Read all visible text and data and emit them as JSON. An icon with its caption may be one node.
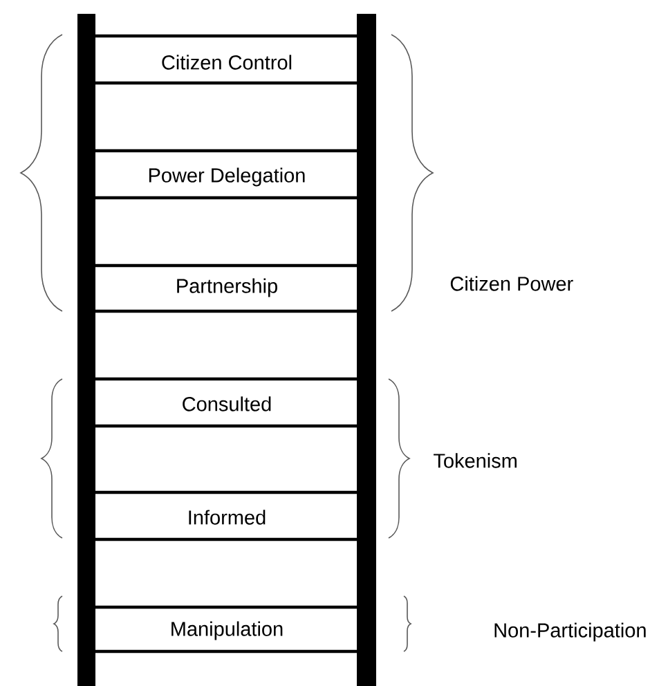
{
  "diagram": {
    "labels": [
      "Citizen Control",
      "Power Delegation",
      "Partnership",
      "Citizen Power",
      "Consulted",
      "Informed",
      "Tokenism",
      "Manipulation",
      "Non-Participation"
    ]
  }
}
